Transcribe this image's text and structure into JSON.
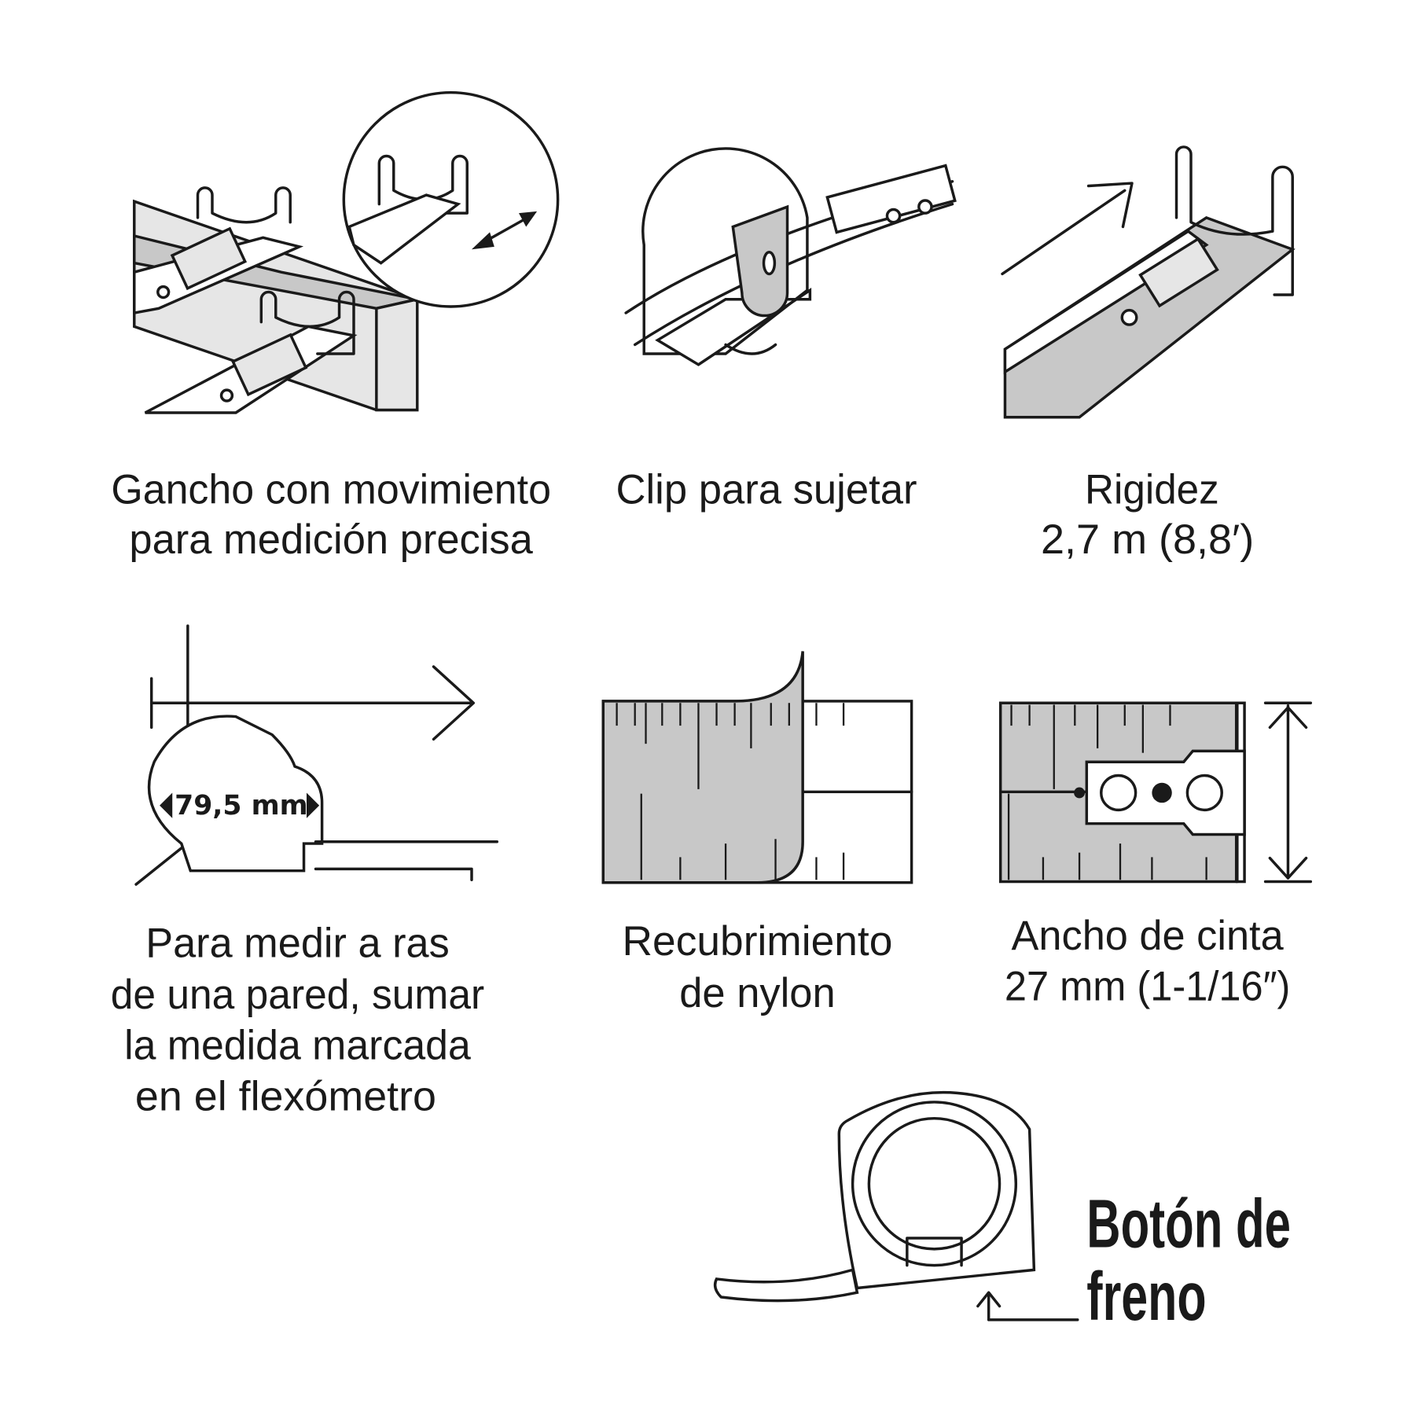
{
  "features": {
    "hook": {
      "line1": "Gancho con movimiento",
      "line2": "para medición precisa"
    },
    "clip": {
      "line1": "Clip para sujetar"
    },
    "rigidity": {
      "line1": "Rigidez",
      "line2": "2,7 m (8,8′)"
    },
    "flush": {
      "line1": "Para medir a ras",
      "line2": "de una pared, sumar",
      "line3": "la medida marcada",
      "line4": "en el flexómetro",
      "measure": "79,5 mm"
    },
    "coating": {
      "line1": "Recubrimiento",
      "line2": "de nylon"
    },
    "width": {
      "line1": "Ancho de cinta",
      "line2": "27 mm (1-1/16″)"
    },
    "brake": {
      "line1": "Botón de",
      "line2": "freno"
    }
  }
}
